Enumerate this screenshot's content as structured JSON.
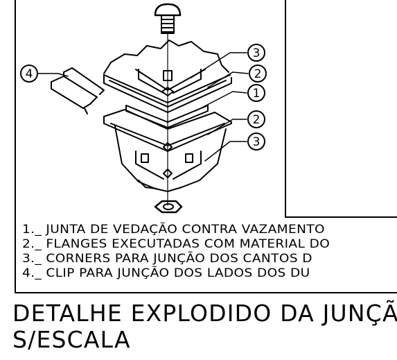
{
  "callouts": {
    "c1": "1",
    "c2a": "2",
    "c2b": "2",
    "c3a": "3",
    "c3b": "3",
    "c4": "4"
  },
  "legend": [
    "1._ JUNTA DE VEDAÇÃO CONTRA VAZAMENTO",
    "2._ FLANGES EXECUTADAS COM MATERIAL DO",
    "3._ CORNERS PARA JUNÇÃO DOS CANTOS D",
    "4._ CLIP PARA JUNÇÃO DOS LADOS DOS DU"
  ],
  "title": {
    "line1": "DETALHE EXPLODIDO DA JUNÇÃ",
    "line2": "S/ESCALA"
  }
}
